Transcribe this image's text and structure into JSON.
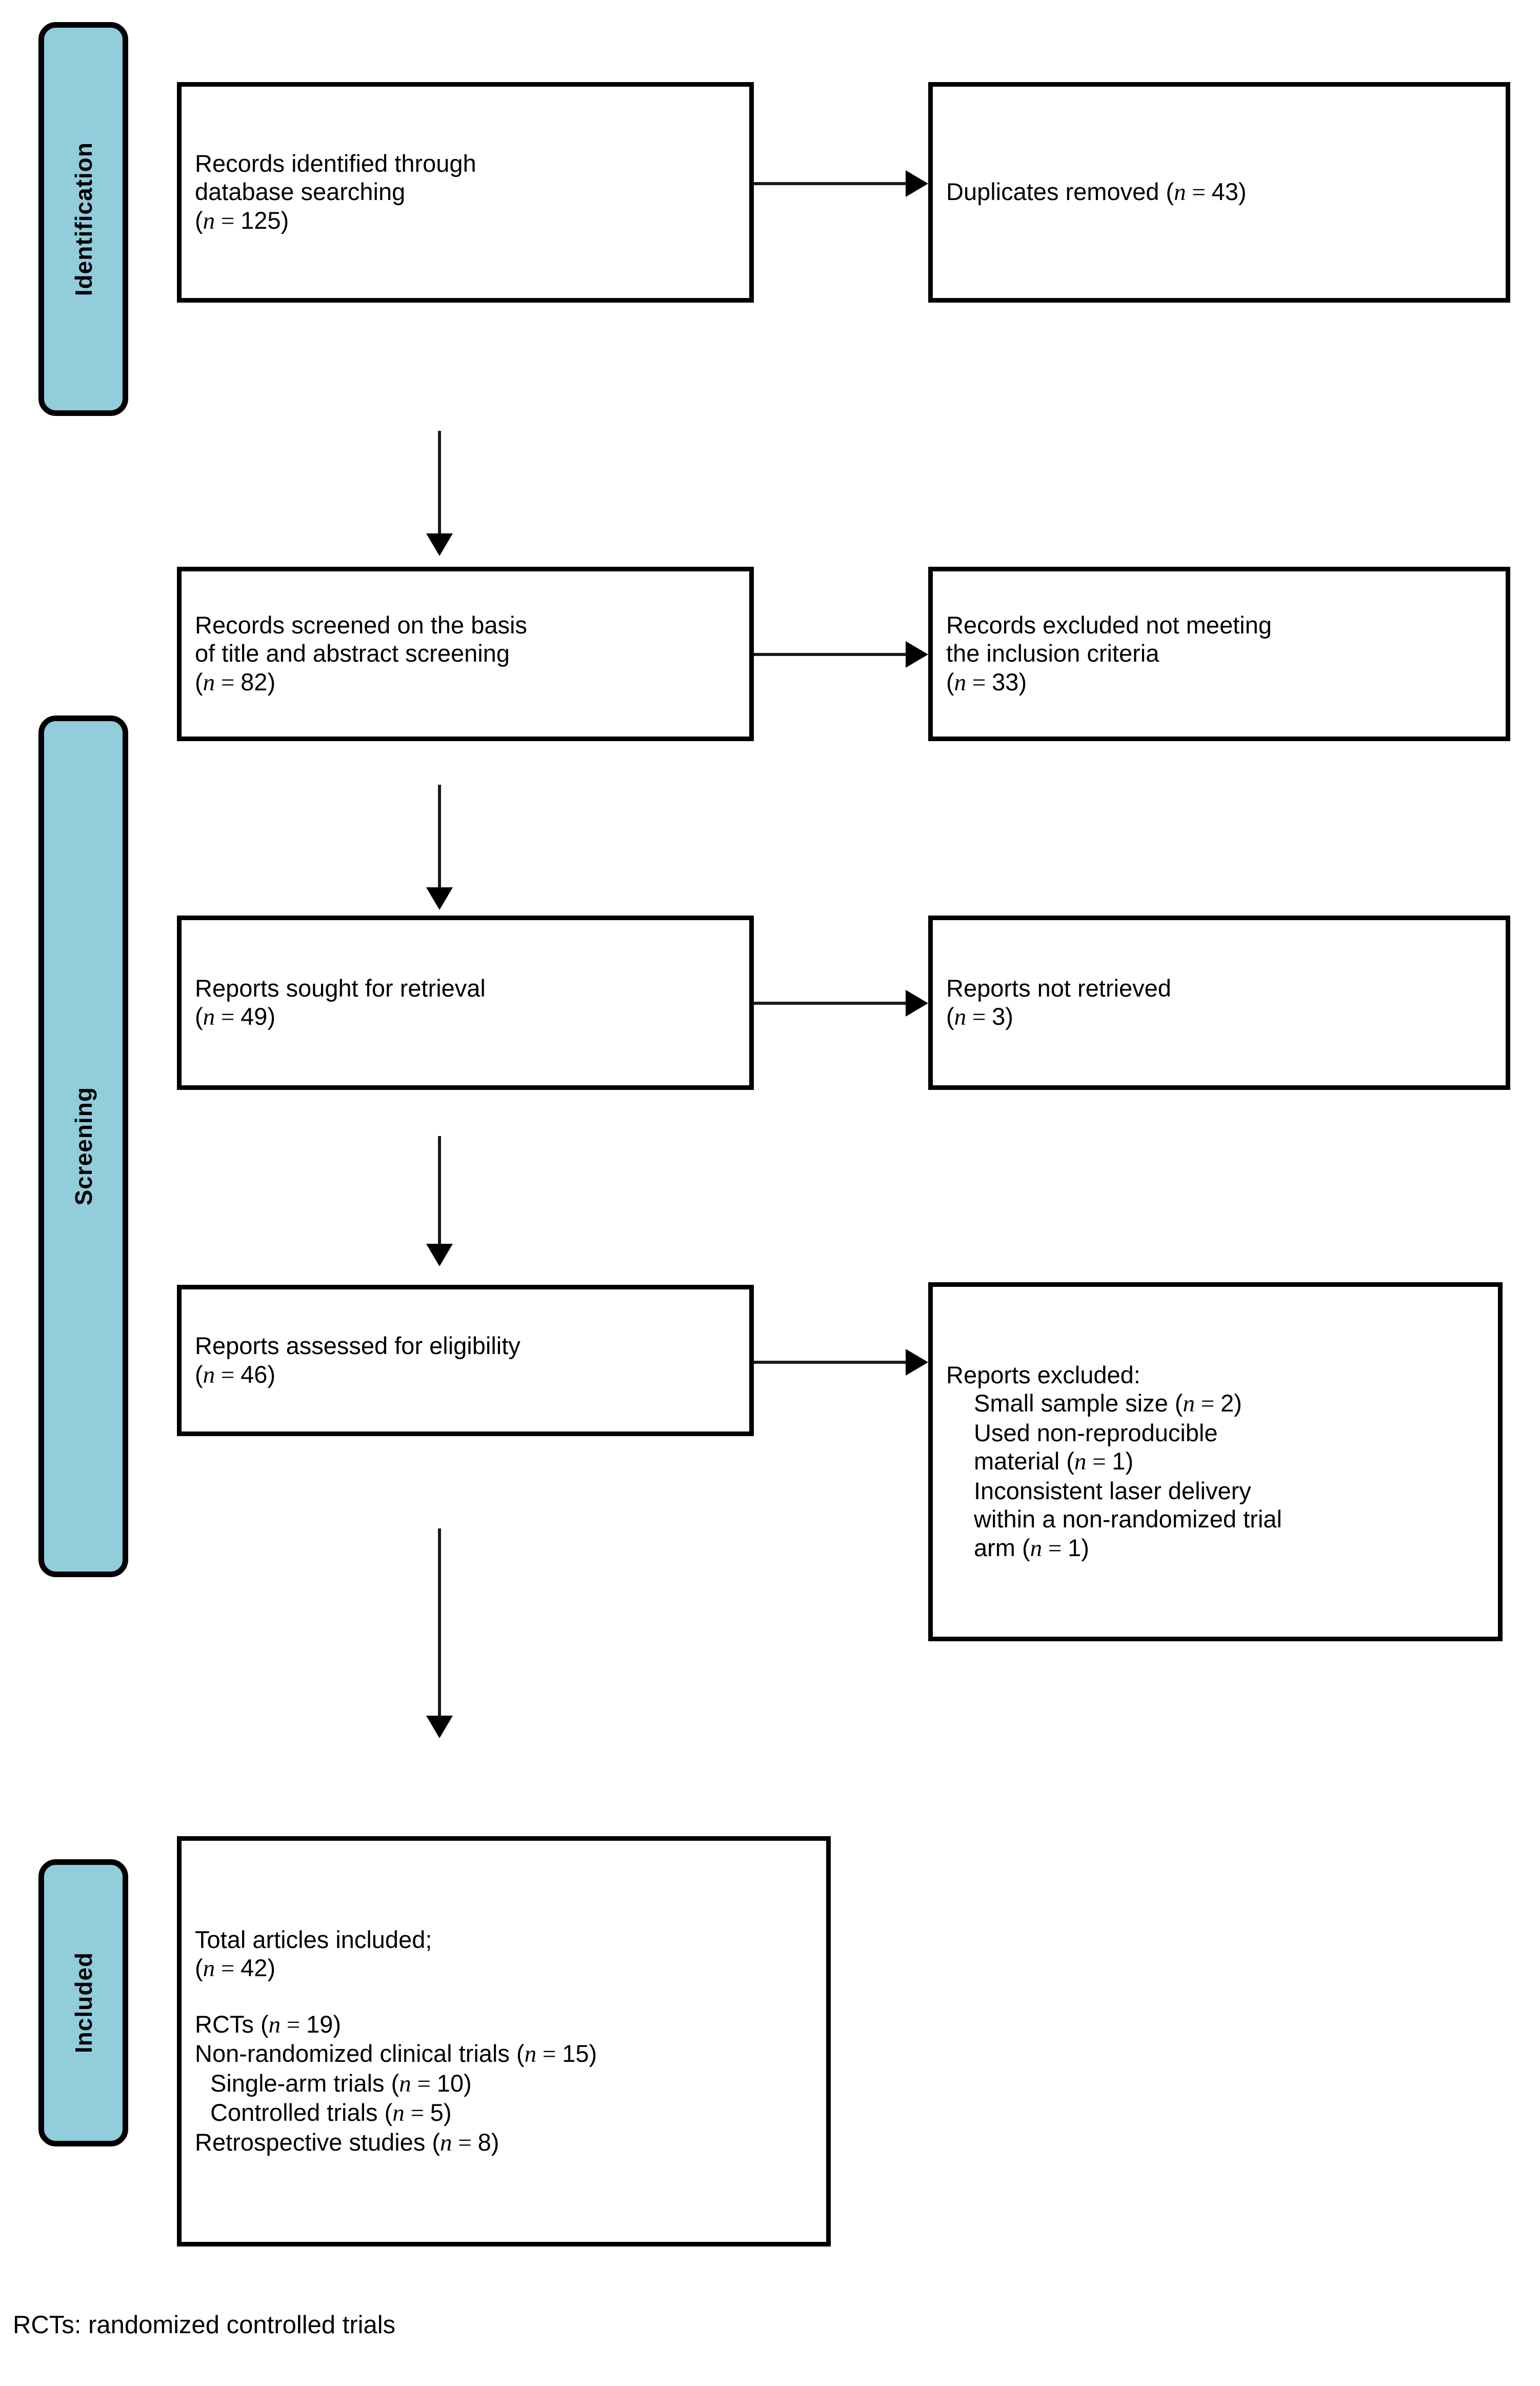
{
  "figure": {
    "type": "prisma-flow-diagram",
    "footnote": "RCTs: randomized controlled trials"
  },
  "stages": [
    {
      "id": "identification",
      "label": "Identification"
    },
    {
      "id": "screening",
      "label": "Screening"
    },
    {
      "id": "included",
      "label": "Included"
    }
  ],
  "boxes": {
    "records_identified": {
      "lines": [
        "Records identified through",
        "database searching",
        "(n = 125)"
      ],
      "count": 125
    },
    "duplicates_removed": {
      "lines": [
        "Duplicates removed (n = 43)"
      ],
      "count": 43
    },
    "records_screened": {
      "lines": [
        "Records screened on the basis",
        "of title and abstract screening",
        "(n = 82)"
      ],
      "count": 82
    },
    "records_excluded": {
      "lines": [
        "Records excluded not meeting",
        "the inclusion criteria",
        "(n = 33)"
      ],
      "count": 33
    },
    "reports_sought": {
      "lines": [
        "Reports sought for retrieval",
        "(n = 49)"
      ],
      "count": 49
    },
    "reports_not_retrieved": {
      "lines": [
        "Reports not retrieved",
        "(n = 3)"
      ],
      "count": 3
    },
    "reports_assessed": {
      "lines": [
        "Reports assessed for eligibility",
        "(n = 46)"
      ],
      "count": 46
    },
    "reports_excluded": {
      "heading": "Reports excluded:",
      "reasons": [
        {
          "text": "Small sample size (n = 2)",
          "count": 2
        },
        {
          "text": "Used non-reproducible",
          "count": null
        },
        {
          "text": "material (n = 1)",
          "count": 1
        },
        {
          "text": "Inconsistent laser delivery",
          "count": null
        },
        {
          "text": "within a non-randomized trial",
          "count": null
        },
        {
          "text": "arm (n = 1)",
          "count": 1
        }
      ]
    },
    "total_included": {
      "lines": [
        "Total articles included;",
        "(n = 42)",
        "",
        "RCTs (n = 19)",
        "Non-randomized clinical trials (n = 15)",
        "Single-arm trials (n = 10)",
        "Controlled trials (n = 5)",
        "Retrospective studies (n = 8)"
      ],
      "total": 42,
      "breakdown": [
        {
          "label": "RCTs",
          "count": 19
        },
        {
          "label": "Non-randomized clinical trials",
          "count": 15
        },
        {
          "label": "Single-arm trials",
          "count": 10
        },
        {
          "label": "Controlled trials",
          "count": 5
        },
        {
          "label": "Retrospective studies",
          "count": 8
        }
      ]
    }
  },
  "colors": {
    "stage_fill": "#92CDDC",
    "stroke": "#000000",
    "box_fill": "#FFFFFF"
  }
}
